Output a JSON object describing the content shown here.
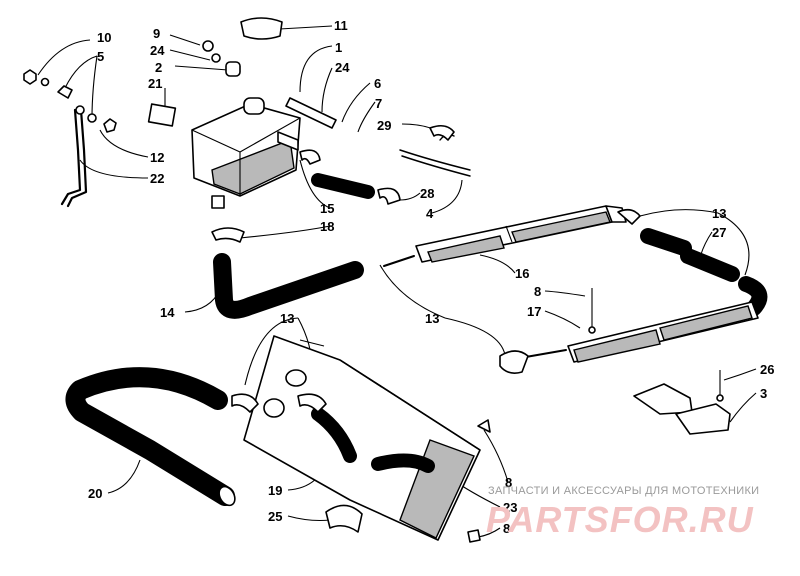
{
  "callouts": [
    {
      "id": "c10",
      "text": "10"
    },
    {
      "id": "c5",
      "text": "5"
    },
    {
      "id": "c9",
      "text": "9"
    },
    {
      "id": "c24a",
      "text": "24"
    },
    {
      "id": "c2",
      "text": "2"
    },
    {
      "id": "c11",
      "text": "11"
    },
    {
      "id": "c1",
      "text": "1"
    },
    {
      "id": "c24b",
      "text": "24"
    },
    {
      "id": "c6",
      "text": "6"
    },
    {
      "id": "c7",
      "text": "7"
    },
    {
      "id": "c21",
      "text": "21"
    },
    {
      "id": "c29",
      "text": "29"
    },
    {
      "id": "c12",
      "text": "12"
    },
    {
      "id": "c22",
      "text": "22"
    },
    {
      "id": "c28",
      "text": "28"
    },
    {
      "id": "c4",
      "text": "4"
    },
    {
      "id": "c15",
      "text": "15"
    },
    {
      "id": "c18",
      "text": "18"
    },
    {
      "id": "c13a",
      "text": "13"
    },
    {
      "id": "c27",
      "text": "27"
    },
    {
      "id": "c16",
      "text": "16"
    },
    {
      "id": "c8a",
      "text": "8"
    },
    {
      "id": "c17",
      "text": "17"
    },
    {
      "id": "c14",
      "text": "14"
    },
    {
      "id": "c13b",
      "text": "13"
    },
    {
      "id": "c13c",
      "text": "13"
    },
    {
      "id": "c26",
      "text": "26"
    },
    {
      "id": "c3",
      "text": "3"
    },
    {
      "id": "c8b",
      "text": "8"
    },
    {
      "id": "c20",
      "text": "20"
    },
    {
      "id": "c19",
      "text": "19"
    },
    {
      "id": "c23",
      "text": "23"
    },
    {
      "id": "c25",
      "text": "25"
    },
    {
      "id": "c8c",
      "text": "8"
    }
  ],
  "watermark": {
    "tagline": "ЗАПЧАСТИ И АКСЕССУАРЫ ДЛЯ МОТОТЕХНИКИ",
    "logo": "PARTSFOR.RU"
  },
  "colors": {
    "ink": "#000000",
    "shade": "#b9b9b9",
    "watermark_text": "#9a9a9a",
    "watermark_logo": "#f3c2c2"
  }
}
